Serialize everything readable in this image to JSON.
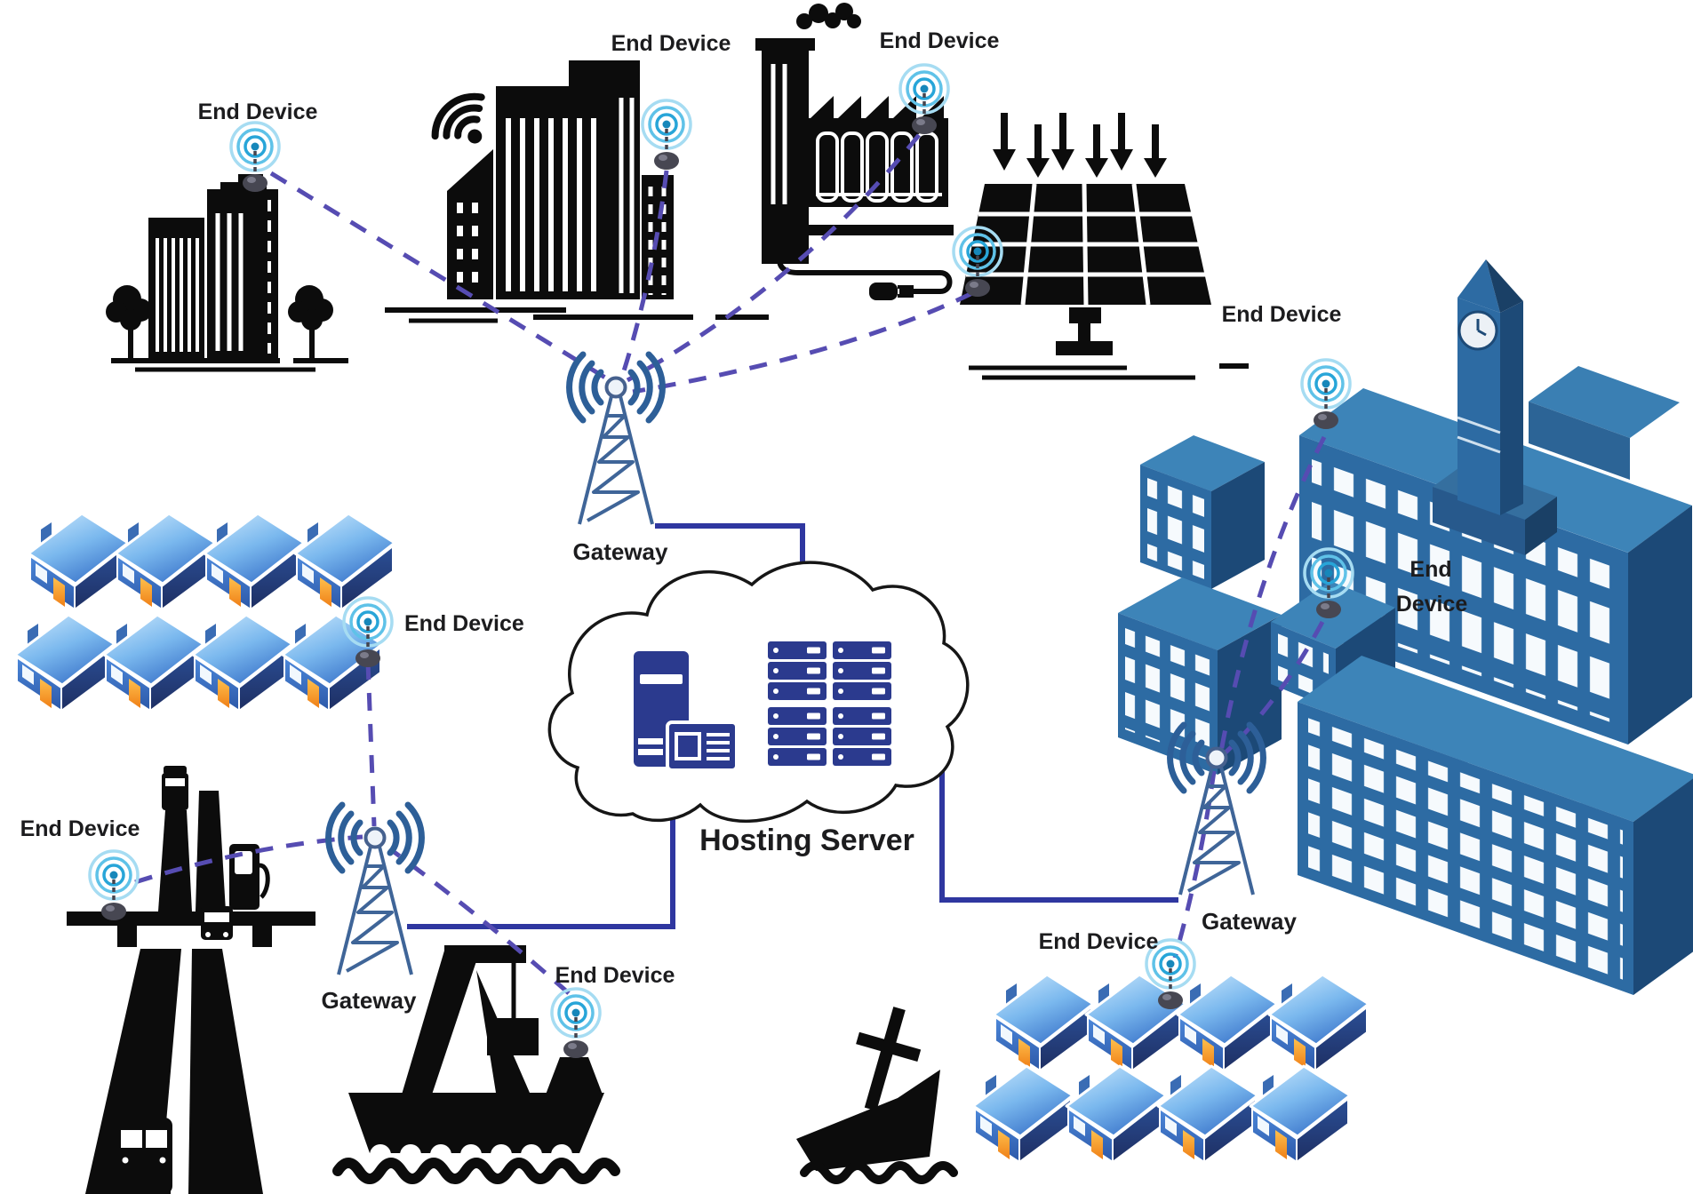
{
  "diagram": {
    "type": "iot-lora-network-architecture",
    "description_of_icons": [
      "city-building-icon",
      "skyscrapers-icon",
      "factory-icon",
      "solar-panel-icon",
      "campus-buildings-icon",
      "clock-tower-icon",
      "houses-neighborhood-icon",
      "highway-trucks-icon",
      "crane-ship-icon",
      "sinking-ship-icon",
      "gateway-tower-icon",
      "end-device-antenna-icon",
      "cloud-icon",
      "server-tower-icon",
      "server-rack-icon"
    ]
  },
  "labels": {
    "ed_city": "End Device",
    "ed_towers": "End Device",
    "ed_factory": "End Device",
    "ed_campus_roof": "End Device",
    "ed_campus_mid_1": "End",
    "ed_campus_mid_2": "Device",
    "ed_homes_left": "End Device",
    "ed_highway": "End Device",
    "ed_ship": "End Device",
    "ed_homes_right": "End Device",
    "gw_center": "Gateway",
    "gw_left": "Gateway",
    "gw_right": "Gateway",
    "hosting": "Hosting Server"
  },
  "colors": {
    "dashed_link": "#564cb2",
    "backhaul_link": "#2f37a0",
    "cloud_outline": "#161616",
    "server_navy": "#2b3a8e",
    "icon_black": "#0c0c0c",
    "antenna_blue": "#45b5e2",
    "tower_steel": "#3f6598",
    "building_face": "#2d6ba3",
    "building_side": "#1c4977",
    "building_roof": "#3d84b8",
    "house_wall": "#3d74c8",
    "house_door": "#f5921e"
  }
}
